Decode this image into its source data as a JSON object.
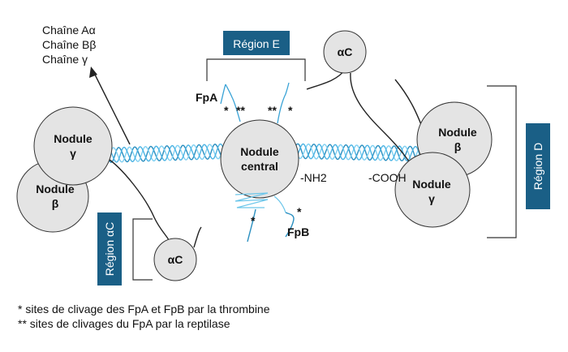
{
  "legend_chains": {
    "a": "Chaîne Aα",
    "b": "Chaîne Bβ",
    "g": "Chaîne γ"
  },
  "regions": {
    "e": "Région E",
    "d": "Région D",
    "ac": "Région αC"
  },
  "nodules": {
    "left_gamma_top": "Nodule",
    "left_gamma_bottom": "γ",
    "left_beta_top": "Nodule",
    "left_beta_bottom": "β",
    "central_top": "Nodule",
    "central_bottom": "central",
    "right_beta_top": "Nodule",
    "right_beta_bottom": "β",
    "right_gamma_top": "Nodule",
    "right_gamma_bottom": "γ",
    "ac_top": "αC",
    "ac_bottom": "αC"
  },
  "labels": {
    "fpa": "FpA",
    "fpb": "FpB",
    "nh2": "-NH2",
    "cooh": "-COOH",
    "star1": "*",
    "star2": "**"
  },
  "footnotes": {
    "single": "* sites de clivage des FpA et FpB par la thrombine",
    "double": "** sites de clivages du FpA par la reptilase"
  },
  "colors": {
    "region_box": "#1a5f86",
    "nodule_fill": "#e4e4e4",
    "helix": "#5ab8e6",
    "outline": "#2a2a2a"
  }
}
